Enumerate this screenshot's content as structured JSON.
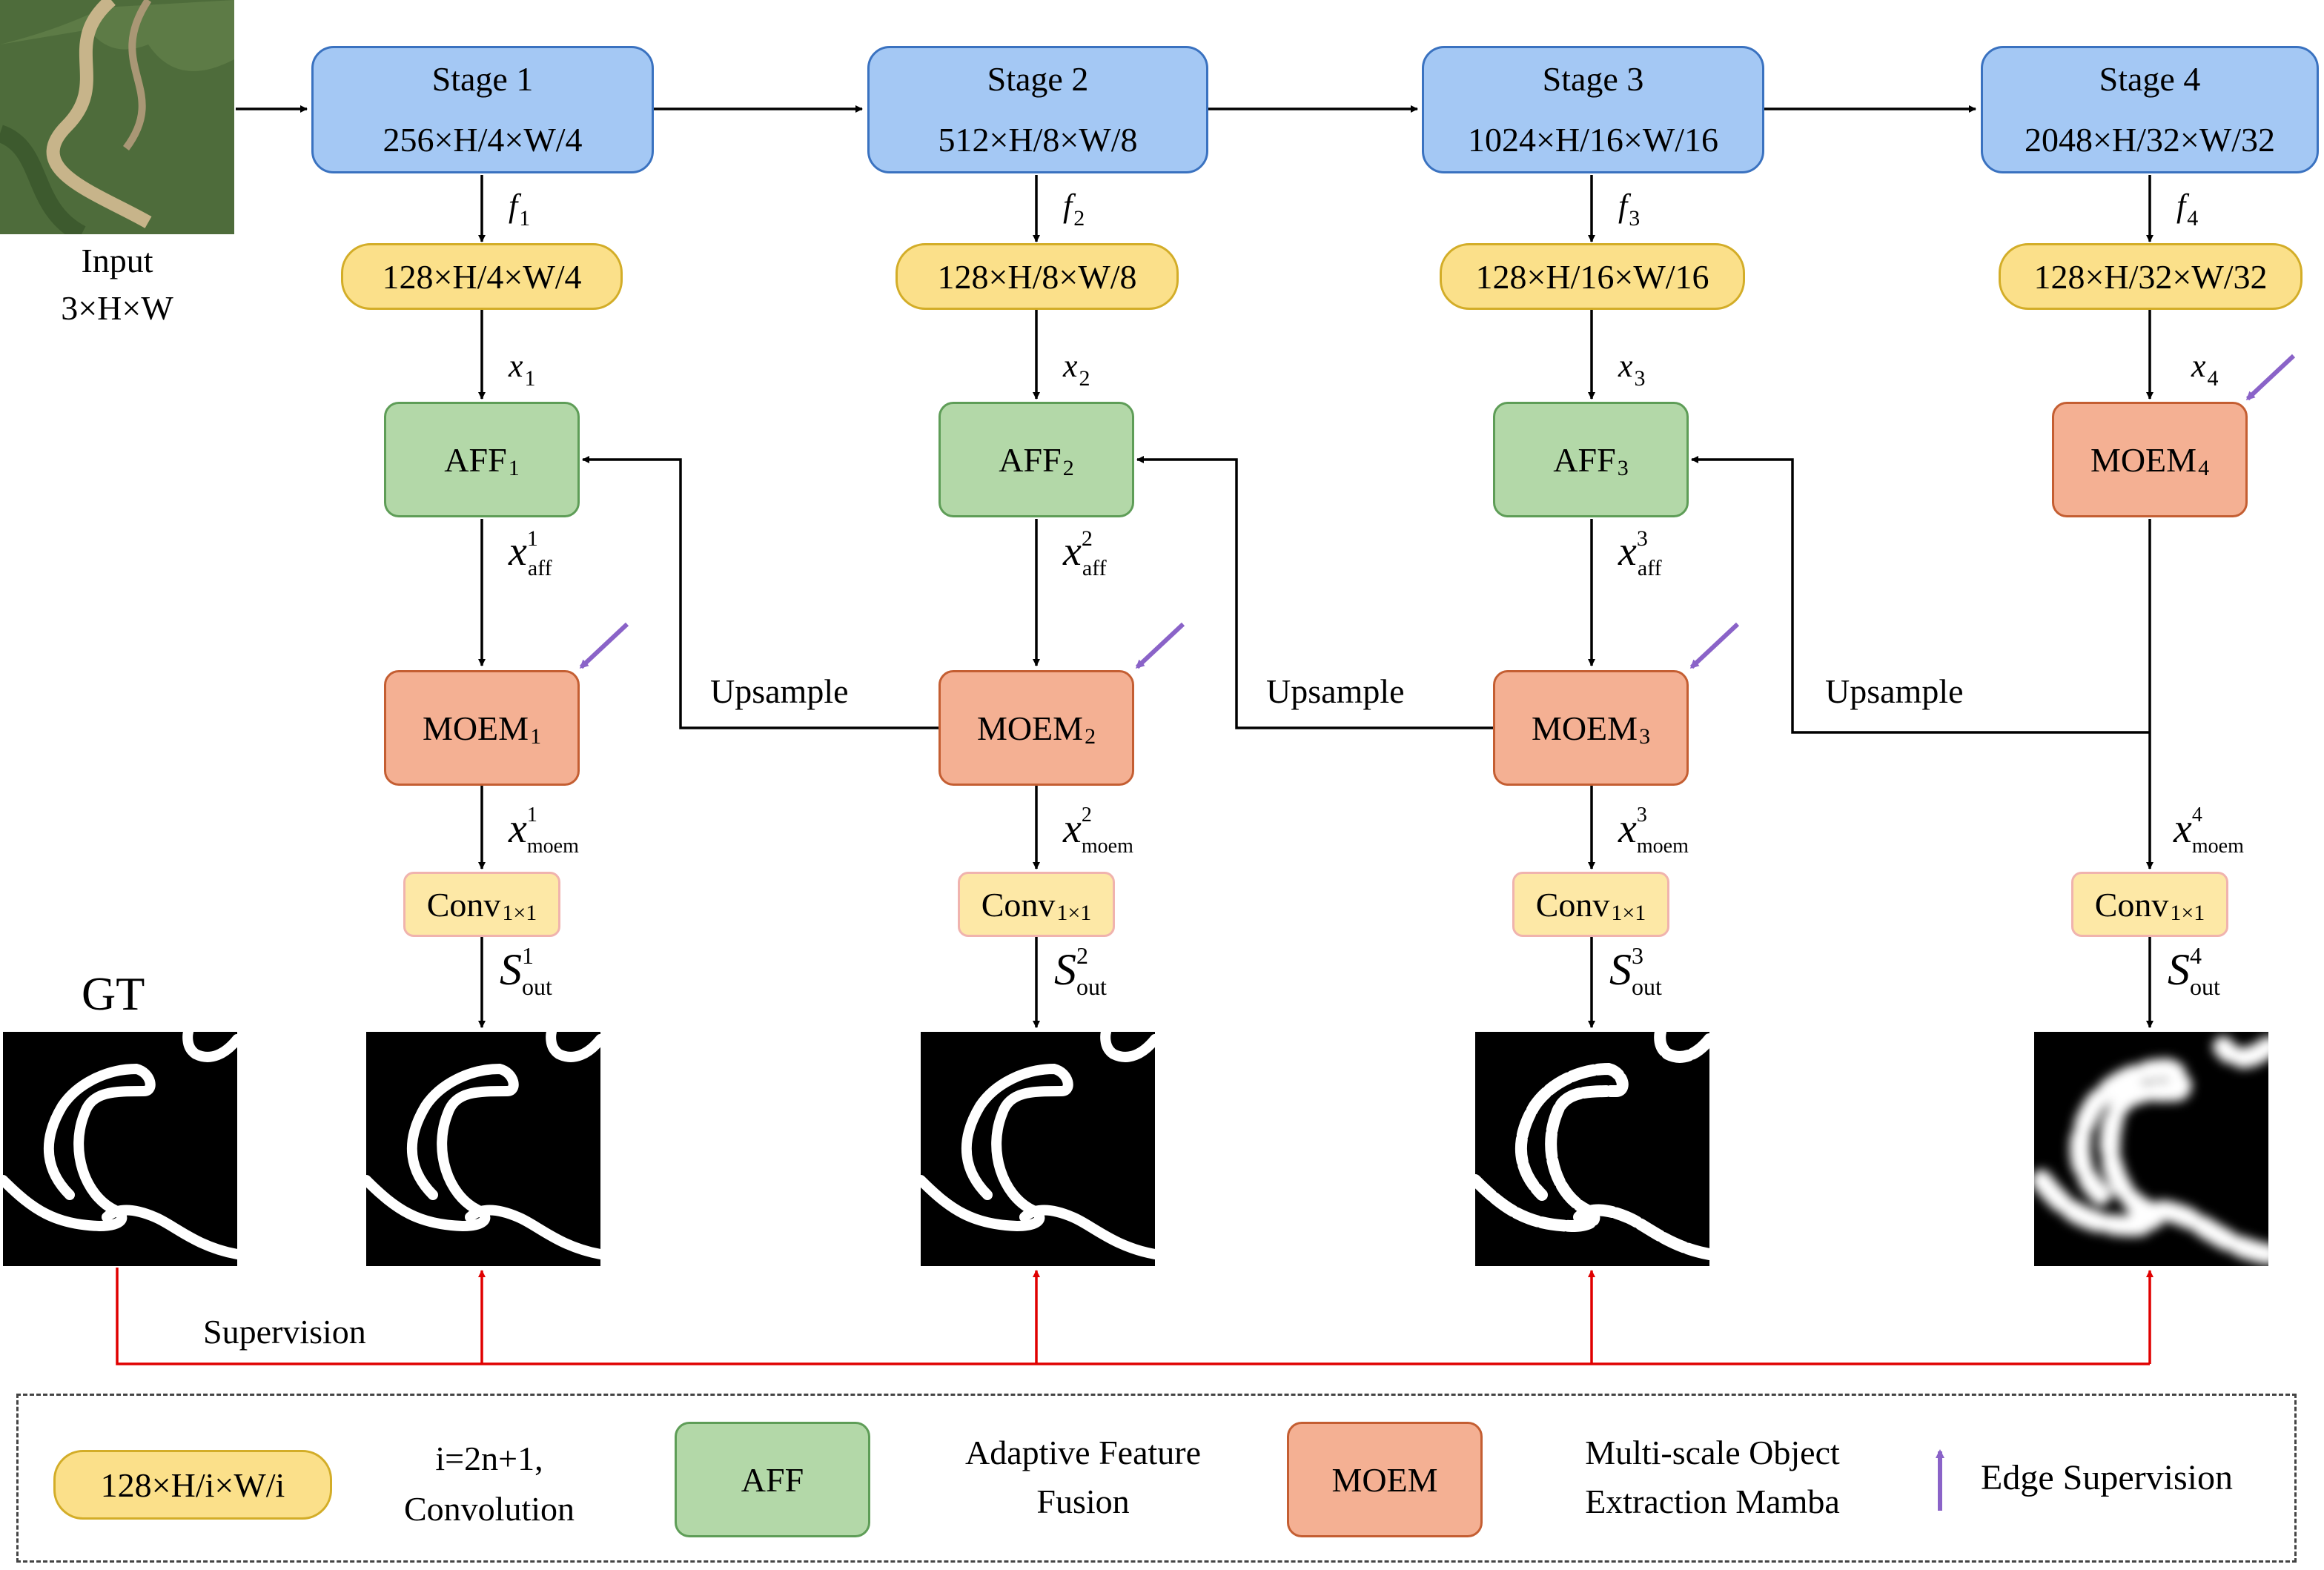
{
  "input": {
    "label": "Input",
    "dims": "3×H×W"
  },
  "stages": [
    {
      "title": "Stage 1",
      "dims": "256×H/4×W/4",
      "f": "f",
      "fsub": "1",
      "feat": "128×H/4×W/4",
      "x": "x",
      "xsub": "1"
    },
    {
      "title": "Stage 2",
      "dims": "512×H/8×W/8",
      "f": "f",
      "fsub": "2",
      "feat": "128×H/8×W/8",
      "x": "x",
      "xsub": "2"
    },
    {
      "title": "Stage 3",
      "dims": "1024×H/16×W/16",
      "f": "f",
      "fsub": "3",
      "feat": "128×H/16×W/16",
      "x": "x",
      "xsub": "3"
    },
    {
      "title": "Stage 4",
      "dims": "2048×H/32×W/32",
      "f": "f",
      "fsub": "4",
      "feat": "128×H/32×W/32",
      "x": "x",
      "xsub": "4"
    }
  ],
  "aff": [
    {
      "name": "AFF",
      "sub": "1",
      "out": "x",
      "out_sup": "1",
      "out_sub": "aff"
    },
    {
      "name": "AFF",
      "sub": "2",
      "out": "x",
      "out_sup": "2",
      "out_sub": "aff"
    },
    {
      "name": "AFF",
      "sub": "3",
      "out": "x",
      "out_sup": "3",
      "out_sub": "aff"
    }
  ],
  "moem": [
    {
      "name": "MOEM",
      "sub": "1",
      "out": "x",
      "out_sup": "1",
      "out_sub": "moem"
    },
    {
      "name": "MOEM",
      "sub": "2",
      "out": "x",
      "out_sup": "2",
      "out_sub": "moem"
    },
    {
      "name": "MOEM",
      "sub": "3",
      "out": "x",
      "out_sup": "3",
      "out_sub": "moem"
    },
    {
      "name": "MOEM",
      "sub": "4",
      "out": "x",
      "out_sup": "4",
      "out_sub": "moem"
    }
  ],
  "conv": {
    "name": "Conv",
    "sub": "1×1"
  },
  "outputs": [
    {
      "sym": "S",
      "sup": "1",
      "sub": "out"
    },
    {
      "sym": "S",
      "sup": "2",
      "sub": "out"
    },
    {
      "sym": "S",
      "sup": "3",
      "sub": "out"
    },
    {
      "sym": "S",
      "sup": "4",
      "sub": "out"
    }
  ],
  "upsample_label": "Upsample",
  "gt_label": "GT",
  "supervision_label": "Supervision",
  "legend": {
    "feat_box": "128×H/i×W/i",
    "feat_desc": [
      "i=2n+1,",
      "Convolution"
    ],
    "aff_box": "AFF",
    "aff_desc": [
      "Adaptive Feature",
      "Fusion"
    ],
    "moem_box": "MOEM",
    "moem_desc": [
      "Multi-scale Object",
      "Extraction Mamba"
    ],
    "edge_desc": "Edge Supervision"
  },
  "colors": {
    "stage_fill": "#a4c8f4",
    "feature_fill": "#fbe08a",
    "aff_fill": "#b3d8a8",
    "moem_fill": "#f4b093",
    "conv_fill": "#fde8a6",
    "supervision_line": "#e00000",
    "edge_arrow": "#8a63c8"
  }
}
